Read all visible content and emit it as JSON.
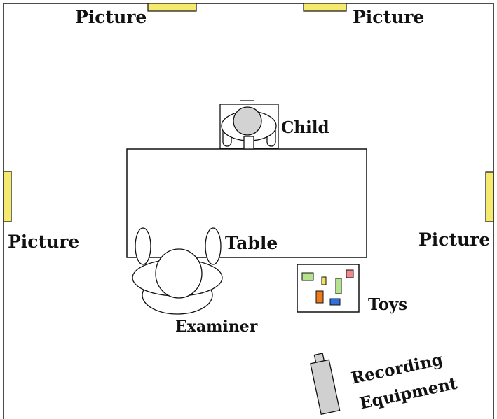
{
  "labels": {
    "picture_top_left": "Picture",
    "picture_top_right": "Picture",
    "picture_left": "Picture",
    "picture_right": "Picture",
    "child": "Child",
    "table": "Table",
    "examiner": "Examiner",
    "toys": "Toys",
    "recording_line1": "Recording",
    "recording_line2": "Equipment"
  },
  "colors": {
    "picture_fill": "#f5ea6e",
    "outline": "#111111",
    "chair_fill": "#d3d3d3",
    "recorder_fill": "#d0d0d0",
    "toy_green": "#b5e28a",
    "toy_yellow": "#f0e060",
    "toy_red": "#f08a8a",
    "toy_orange": "#f07a1a",
    "toy_blue": "#2f6fe0"
  }
}
